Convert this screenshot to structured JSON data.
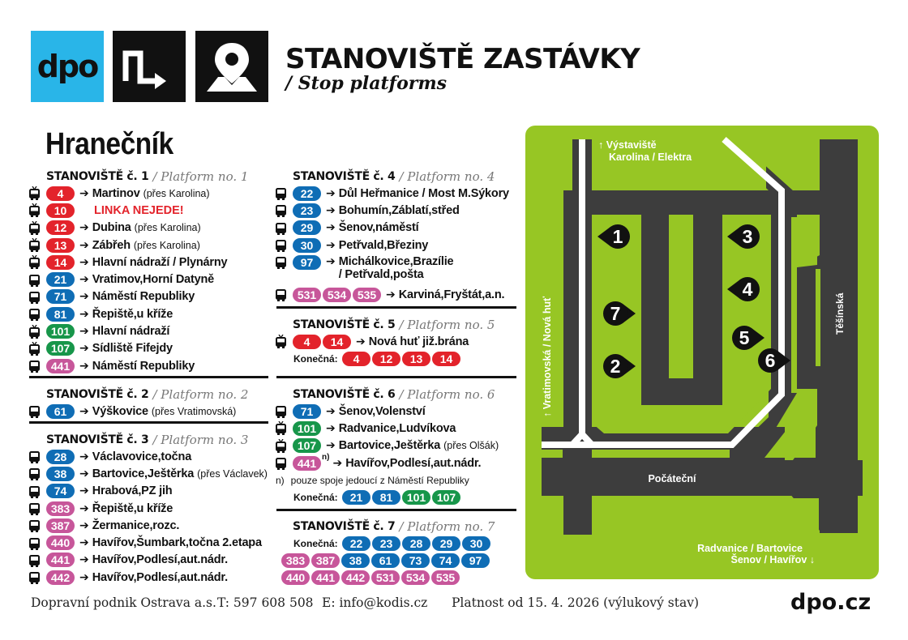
{
  "header": {
    "logo_text": "dpo",
    "title": "STANOVIŠTĚ ZASTÁVKY",
    "subtitle": "/ Stop platforms"
  },
  "stop_name": "Hranečník",
  "colors": {
    "red": "#e3232b",
    "blue": "#0f6db5",
    "green": "#17964a",
    "pink": "#c7569a",
    "map_green": "#97c624",
    "road": "#3d3d3d"
  },
  "sections": [
    {
      "title": "STANOVIŠTĚ č. 1",
      "subtitle": "/ Platform no. 1",
      "rows": [
        {
          "icon": "trolleybus",
          "lines": [
            {
              "n": "4",
              "c": "red"
            }
          ],
          "dest": "Martinov",
          "via": "(přes Karolina)"
        },
        {
          "icon": "trolleybus",
          "lines": [
            {
              "n": "10",
              "c": "red"
            }
          ],
          "cancel": "LINKA NEJEDE!"
        },
        {
          "icon": "trolleybus",
          "lines": [
            {
              "n": "12",
              "c": "red"
            }
          ],
          "dest": "Dubina",
          "via": "(přes Karolina)"
        },
        {
          "icon": "trolleybus",
          "lines": [
            {
              "n": "13",
              "c": "red"
            }
          ],
          "dest": "Zábřeh",
          "via": "(přes Karolina)"
        },
        {
          "icon": "trolleybus",
          "lines": [
            {
              "n": "14",
              "c": "red"
            }
          ],
          "dest": "Hlavní nádraží / Plynárny"
        },
        {
          "icon": "bus",
          "lines": [
            {
              "n": "21",
              "c": "blue"
            }
          ],
          "dest": "Vratimov,Horní Datyně"
        },
        {
          "icon": "bus",
          "lines": [
            {
              "n": "71",
              "c": "blue"
            }
          ],
          "dest": "Náměstí Republiky"
        },
        {
          "icon": "bus",
          "lines": [
            {
              "n": "81",
              "c": "blue"
            }
          ],
          "dest": "Řepiště,u kříže"
        },
        {
          "icon": "trolleybus",
          "lines": [
            {
              "n": "101",
              "c": "green"
            }
          ],
          "dest": "Hlavní nádraží"
        },
        {
          "icon": "trolleybus",
          "lines": [
            {
              "n": "107",
              "c": "green"
            }
          ],
          "dest": "Sídliště Fifejdy"
        },
        {
          "icon": "bus",
          "lines": [
            {
              "n": "441",
              "c": "pink"
            }
          ],
          "dest": "Náměstí Republiky"
        }
      ]
    },
    {
      "title": "STANOVIŠTĚ č. 2",
      "subtitle": "/ Platform no. 2",
      "rows": [
        {
          "icon": "bus",
          "lines": [
            {
              "n": "61",
              "c": "blue"
            }
          ],
          "dest": "Výškovice",
          "via": "(přes Vratimovská)"
        }
      ]
    },
    {
      "title": "STANOVIŠTĚ č. 3",
      "subtitle": "/ Platform no. 3",
      "rows": [
        {
          "icon": "bus",
          "lines": [
            {
              "n": "28",
              "c": "blue"
            }
          ],
          "dest": "Václavovice,točna"
        },
        {
          "icon": "bus",
          "lines": [
            {
              "n": "38",
              "c": "blue"
            }
          ],
          "dest": "Bartovice,Ještěrka",
          "via": "(přes Václavek)"
        },
        {
          "icon": "bus",
          "lines": [
            {
              "n": "74",
              "c": "blue"
            }
          ],
          "dest": "Hrabová,PZ jih"
        },
        {
          "icon": "bus",
          "lines": [
            {
              "n": "383",
              "c": "pink"
            }
          ],
          "dest": "Řepiště,u kříže"
        },
        {
          "icon": "bus",
          "lines": [
            {
              "n": "387",
              "c": "pink"
            }
          ],
          "dest": "Žermanice,rozc."
        },
        {
          "icon": "bus",
          "lines": [
            {
              "n": "440",
              "c": "pink"
            }
          ],
          "dest": "Havířov,Šumbark,točna 2.etapa"
        },
        {
          "icon": "bus",
          "lines": [
            {
              "n": "441",
              "c": "pink"
            }
          ],
          "dest": "Havířov,Podlesí,aut.nádr."
        },
        {
          "icon": "bus",
          "lines": [
            {
              "n": "442",
              "c": "pink"
            }
          ],
          "dest": "Havířov,Podlesí,aut.nádr."
        }
      ]
    },
    {
      "title": "STANOVIŠTĚ č. 4",
      "subtitle": "/ Platform no. 4",
      "rows": [
        {
          "icon": "bus",
          "lines": [
            {
              "n": "22",
              "c": "blue"
            }
          ],
          "dest": "Důl Heřmanice / Most M.Sýkory"
        },
        {
          "icon": "bus",
          "lines": [
            {
              "n": "23",
              "c": "blue"
            }
          ],
          "dest": "Bohumín,Záblatí,střed"
        },
        {
          "icon": "bus",
          "lines": [
            {
              "n": "29",
              "c": "blue"
            }
          ],
          "dest": "Šenov,náměstí"
        },
        {
          "icon": "bus",
          "lines": [
            {
              "n": "30",
              "c": "blue"
            }
          ],
          "dest": "Petřvald,Březiny"
        },
        {
          "icon": "bus",
          "lines": [
            {
              "n": "97",
              "c": "blue"
            }
          ],
          "dest": "Michálkovice,Brazílie",
          "dest2": "/ Petřvald,pošta"
        },
        {
          "icon": "bus",
          "lines": [
            {
              "n": "531",
              "c": "pink"
            },
            {
              "n": "534",
              "c": "pink"
            },
            {
              "n": "535",
              "c": "pink"
            }
          ],
          "dest": "Karviná,Fryštát,a.n."
        }
      ]
    },
    {
      "title": "STANOVIŠTĚ č. 5",
      "subtitle": "/ Platform no. 5",
      "rows": [
        {
          "icon": "trolleybus",
          "lines": [
            {
              "n": "4",
              "c": "red"
            },
            {
              "n": "14",
              "c": "red"
            }
          ],
          "dest": "Nová huť již.brána"
        },
        {
          "konecna": "Konečná:",
          "lines": [
            {
              "n": "4",
              "c": "red"
            },
            {
              "n": "12",
              "c": "red"
            },
            {
              "n": "13",
              "c": "red"
            },
            {
              "n": "14",
              "c": "red"
            }
          ]
        }
      ]
    },
    {
      "title": "STANOVIŠTĚ č. 6",
      "subtitle": "/ Platform no. 6",
      "rows": [
        {
          "icon": "bus",
          "lines": [
            {
              "n": "71",
              "c": "blue"
            }
          ],
          "dest": "Šenov,Volenství"
        },
        {
          "icon": "trolleybus",
          "lines": [
            {
              "n": "101",
              "c": "green"
            }
          ],
          "dest": "Radvanice,Ludvíkova"
        },
        {
          "icon": "trolleybus",
          "lines": [
            {
              "n": "107",
              "c": "green"
            }
          ],
          "dest": "Bartovice,Ještěrka",
          "via": "(přes Olšák)"
        },
        {
          "icon": "bus",
          "lines": [
            {
              "n": "441",
              "c": "pink"
            }
          ],
          "sup": "n)",
          "dest": "Havířov,Podlesí,aut.nádr."
        },
        {
          "note_mark": "n)",
          "note": "pouze spoje jedoucí z Náměstí Republiky"
        },
        {
          "konecna": "Konečná:",
          "lines": [
            {
              "n": "21",
              "c": "blue"
            },
            {
              "n": "81",
              "c": "blue"
            },
            {
              "n": "101",
              "c": "green"
            },
            {
              "n": "107",
              "c": "green"
            }
          ]
        }
      ]
    },
    {
      "title": "STANOVIŠTĚ č. 7",
      "subtitle": "/ Platform no. 7",
      "rows": [
        {
          "konecna": "Konečná:",
          "lines": [
            {
              "n": "22",
              "c": "blue"
            },
            {
              "n": "23",
              "c": "blue"
            },
            {
              "n": "28",
              "c": "blue"
            },
            {
              "n": "29",
              "c": "blue"
            },
            {
              "n": "30",
              "c": "blue"
            }
          ]
        },
        {
          "lines": [
            {
              "n": "383",
              "c": "pink"
            },
            {
              "n": "387",
              "c": "pink"
            },
            {
              "n": "38",
              "c": "blue"
            },
            {
              "n": "61",
              "c": "blue"
            },
            {
              "n": "73",
              "c": "blue"
            },
            {
              "n": "74",
              "c": "blue"
            },
            {
              "n": "97",
              "c": "blue"
            }
          ]
        },
        {
          "lines": [
            {
              "n": "440",
              "c": "pink"
            },
            {
              "n": "441",
              "c": "pink"
            },
            {
              "n": "442",
              "c": "pink"
            },
            {
              "n": "531",
              "c": "pink"
            },
            {
              "n": "534",
              "c": "pink"
            },
            {
              "n": "535",
              "c": "pink"
            }
          ]
        }
      ]
    }
  ],
  "arrow": "➔",
  "map": {
    "north_1": "↑ Výstaviště",
    "north_2": "Karolina / Elektra",
    "west": "↑ Vratimovská / Nová huť",
    "east": "Těšínská",
    "south_road": "Počáteční",
    "south_1": "Radvanice / Bartovice",
    "south_2": "Šenov / Havířov ↓",
    "platforms": [
      "1",
      "2",
      "3",
      "4",
      "5",
      "6",
      "7"
    ]
  },
  "footer": {
    "company": "Dopravní podnik Ostrava a.s.",
    "phone": "T: 597 608 508",
    "email": "E: info@kodis.cz",
    "validity": "Platnost od 15. 4. 2026 (výlukový stav)",
    "web": "dpo.cz"
  }
}
